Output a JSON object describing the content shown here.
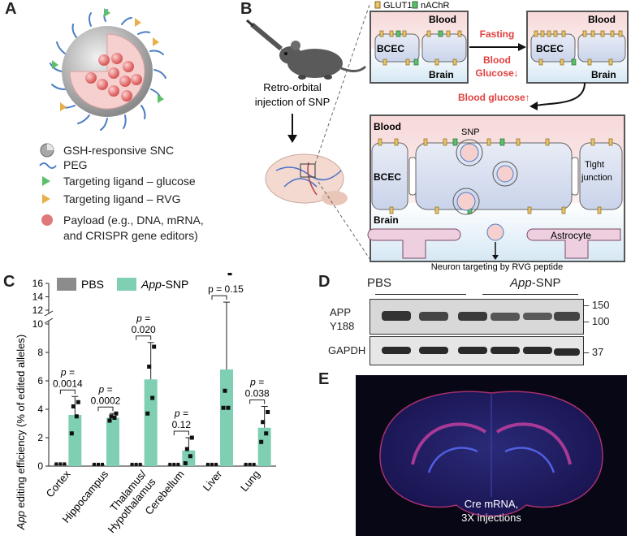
{
  "panels": {
    "a": "A",
    "b": "B",
    "c": "C",
    "d": "D",
    "e": "E"
  },
  "legend_a": [
    {
      "icon": "snc-icon",
      "text": "GSH-responsive SNC"
    },
    {
      "icon": "peg-icon",
      "text": "PEG"
    },
    {
      "icon": "glucose-ligand-icon",
      "text": "Targeting ligand – glucose"
    },
    {
      "icon": "rvg-ligand-icon",
      "text": "Targeting ligand – RVG"
    },
    {
      "icon": "payload-icon",
      "text": "Payload (e.g., DNA, mRNA,"
    },
    {
      "icon": "",
      "text": "and CRISPR gene editors)"
    }
  ],
  "panel_b": {
    "injection_label_1": "Retro-orbital",
    "injection_label_2": "injection of SNP",
    "glut1": "GLUT1",
    "nachr": "nAChR",
    "blood": "Blood",
    "brain": "Brain",
    "bcec": "BCEC",
    "fasting": "Fasting",
    "blood_glucose_down_1": "Blood",
    "blood_glucose_down_2": "Glucose↓",
    "blood_glucose_up": "Blood glucose↑",
    "snp": "SNP",
    "tight_junction_1": "Tight",
    "tight_junction_2": "junction",
    "astrocyte": "Astrocyte",
    "neuron_targeting": "Neuron targeting by RVG peptide"
  },
  "chart_data": {
    "type": "bar",
    "ylabel_italic": "App",
    "ylabel_rest": " editing efficiency (% of edited alleles)",
    "legend": [
      {
        "name": "PBS",
        "color": "#8c8c8c"
      },
      {
        "name_italic": "App",
        "name_rest": "-SNP",
        "color": "#7fcfb2"
      }
    ],
    "yticks_low": [
      0,
      2,
      4,
      6,
      8,
      10
    ],
    "yticks_high": [
      12,
      14,
      16
    ],
    "categories": [
      "Cortex",
      "Hippocampus",
      "Thalamus/ Hypothalamus",
      "Cerebellum",
      "Liver",
      "Lung"
    ],
    "pbs_values": [
      0.15,
      0.12,
      0.12,
      0.12,
      0.12,
      0.12
    ],
    "snp_values": [
      3.6,
      3.4,
      6.1,
      1.1,
      6.8,
      2.7
    ],
    "snp_errors": [
      1.3,
      0.3,
      2.6,
      0.9,
      6.4,
      1.5
    ],
    "snp_points": [
      [
        2.3,
        3.5,
        4.2,
        4.5
      ],
      [
        3.2,
        3.4,
        3.5,
        3.7
      ],
      [
        3.7,
        4.8,
        7.0,
        8.4
      ],
      [
        0.2,
        0.7,
        1.2,
        2.0
      ],
      [
        4.1,
        4.1,
        5.3,
        17.5
      ],
      [
        1.7,
        2.3,
        3.1,
        3.8
      ]
    ],
    "pvalues": [
      [
        "p =",
        "0.0014"
      ],
      [
        "p =",
        "0.0002"
      ],
      [
        "p =",
        "0.020"
      ],
      [
        "p =",
        "0.12"
      ],
      [
        "p = 0.15"
      ],
      [
        "p =",
        "0.038"
      ]
    ]
  },
  "western": {
    "group1": "PBS",
    "group2_italic": "App",
    "group2_rest": "-SNP",
    "row1_label_1": "APP",
    "row1_label_2": "Y188",
    "row2_label": "GAPDH",
    "markers": [
      "150",
      "100",
      "37"
    ]
  },
  "panel_e": {
    "caption_1": "Cre mRNA,",
    "caption_2": "3X injections"
  }
}
